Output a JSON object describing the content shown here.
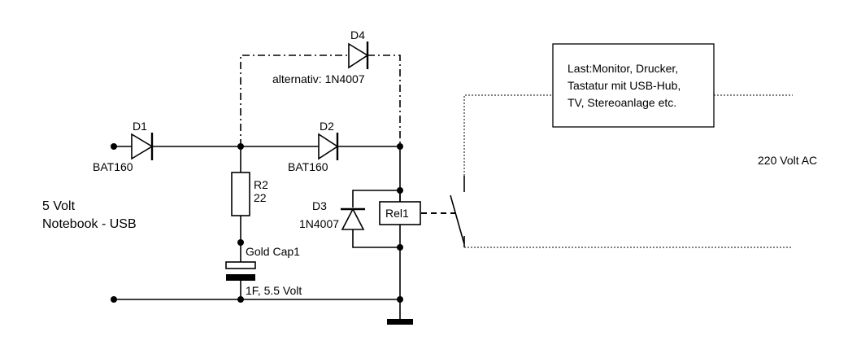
{
  "source": {
    "line1": "5 Volt",
    "line2": "Notebook - USB"
  },
  "components": {
    "d1": {
      "name": "D1",
      "type": "BAT160"
    },
    "d2": {
      "name": "D2",
      "type": "BAT160"
    },
    "d3": {
      "name": "D3",
      "type": "1N4007"
    },
    "d4": {
      "name": "D4",
      "type": "alternativ: 1N4007"
    },
    "r2": {
      "name": "R2",
      "value": "22"
    },
    "cap": {
      "name": "Gold Cap1",
      "value": "1F, 5.5 Volt"
    },
    "relay": {
      "name": "Rel1"
    }
  },
  "load": {
    "line1": "Last:Monitor, Drucker,",
    "line2": "Tastatur mit USB-Hub,",
    "line3": "TV, Stereoanlage etc."
  },
  "mains": {
    "label": "220 Volt AC"
  }
}
